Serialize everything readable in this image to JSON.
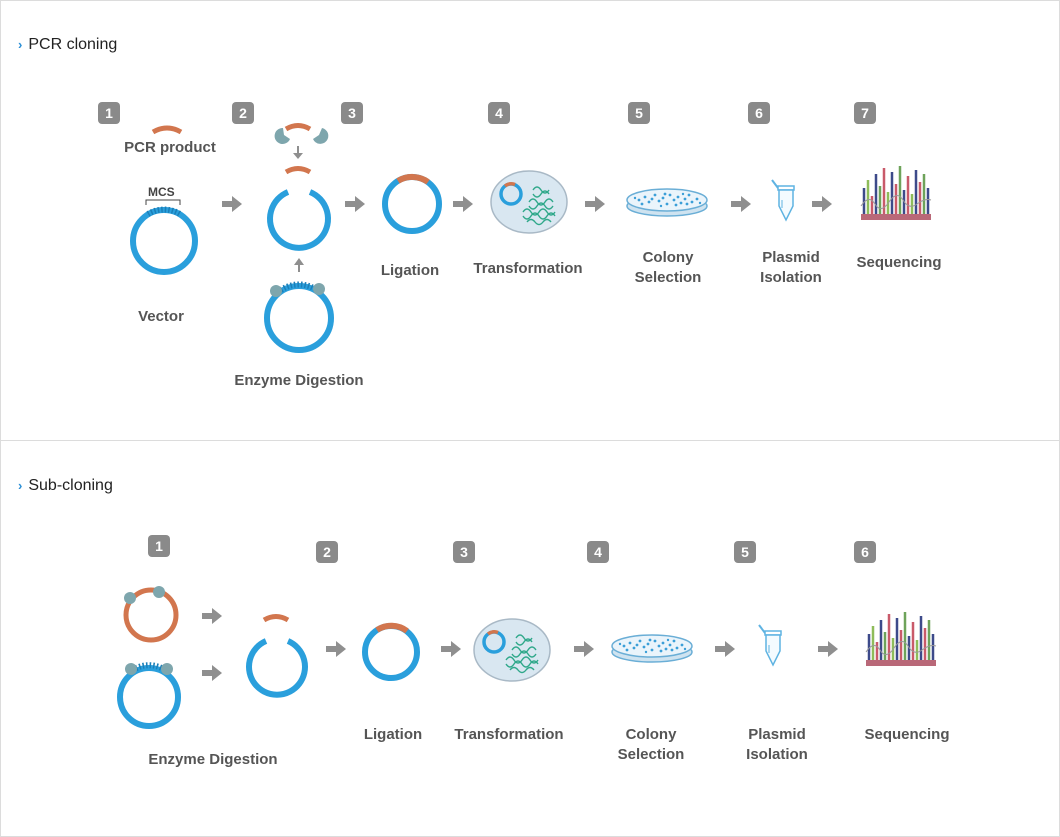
{
  "pcr": {
    "title": "PCR cloning",
    "badges": [
      "1",
      "2",
      "3",
      "4",
      "5",
      "6",
      "7"
    ],
    "labels": {
      "pcr_product": "PCR product",
      "mcs": "MCS",
      "vector": "Vector",
      "enzyme_digestion": "Enzyme Digestion",
      "ligation": "Ligation",
      "transformation": "Transformation",
      "colony_1": "Colony",
      "colony_2": "Selection",
      "plasmid_1": "Plasmid",
      "plasmid_2": "Isolation",
      "sequencing": "Sequencing"
    }
  },
  "sub": {
    "title": "Sub-cloning",
    "badges": [
      "1",
      "2",
      "3",
      "4",
      "5",
      "6"
    ],
    "labels": {
      "enzyme_digestion": "Enzyme Digestion",
      "ligation": "Ligation",
      "transformation": "Transformation",
      "colony_1": "Colony",
      "colony_2": "Selection",
      "plasmid_1": "Plasmid",
      "plasmid_2": "Isolation",
      "sequencing": "Sequencing"
    }
  },
  "colors": {
    "plasmid_blue": "#2a9fdc",
    "insert_orange": "#d2764e",
    "enzyme_teal": "#7ea6ad",
    "badge_gray": "#8a8a8a",
    "arrow_gray": "#8f8f8f",
    "cell_fill": "#d9e7f1",
    "bacteria_green": "#2fa88a"
  }
}
